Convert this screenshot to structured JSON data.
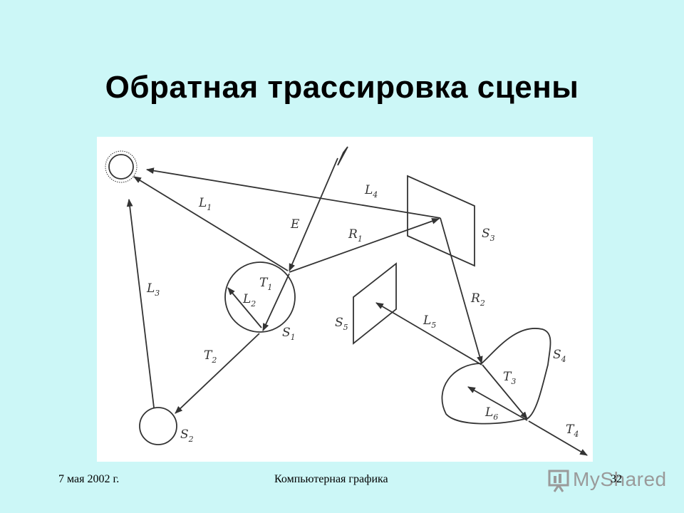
{
  "slide": {
    "title": "Обратная трассировка сцены",
    "background_color": "#ccf7f7"
  },
  "diagram": {
    "labels": {
      "L1": "L",
      "L1_sub": "1",
      "L2": "L",
      "L2_sub": "2",
      "L3": "L",
      "L3_sub": "3",
      "L4": "L",
      "L4_sub": "4",
      "L5": "L",
      "L5_sub": "5",
      "L6": "L",
      "L6_sub": "6",
      "E": "E",
      "R1": "R",
      "R1_sub": "1",
      "R2": "R",
      "R2_sub": "2",
      "T1": "T",
      "T1_sub": "1",
      "T2": "T",
      "T2_sub": "2",
      "T3": "T",
      "T3_sub": "3",
      "T4": "T",
      "T4_sub": "4",
      "S1": "S",
      "S1_sub": "1",
      "S2": "S",
      "S2_sub": "2",
      "S3": "S",
      "S3_sub": "3",
      "S4": "S",
      "S4_sub": "4",
      "S5": "S",
      "S5_sub": "5"
    }
  },
  "footer": {
    "date": "7 мая 2002 г.",
    "course": "Компьютерная графика",
    "page": "32",
    "watermark": "MyShared"
  }
}
